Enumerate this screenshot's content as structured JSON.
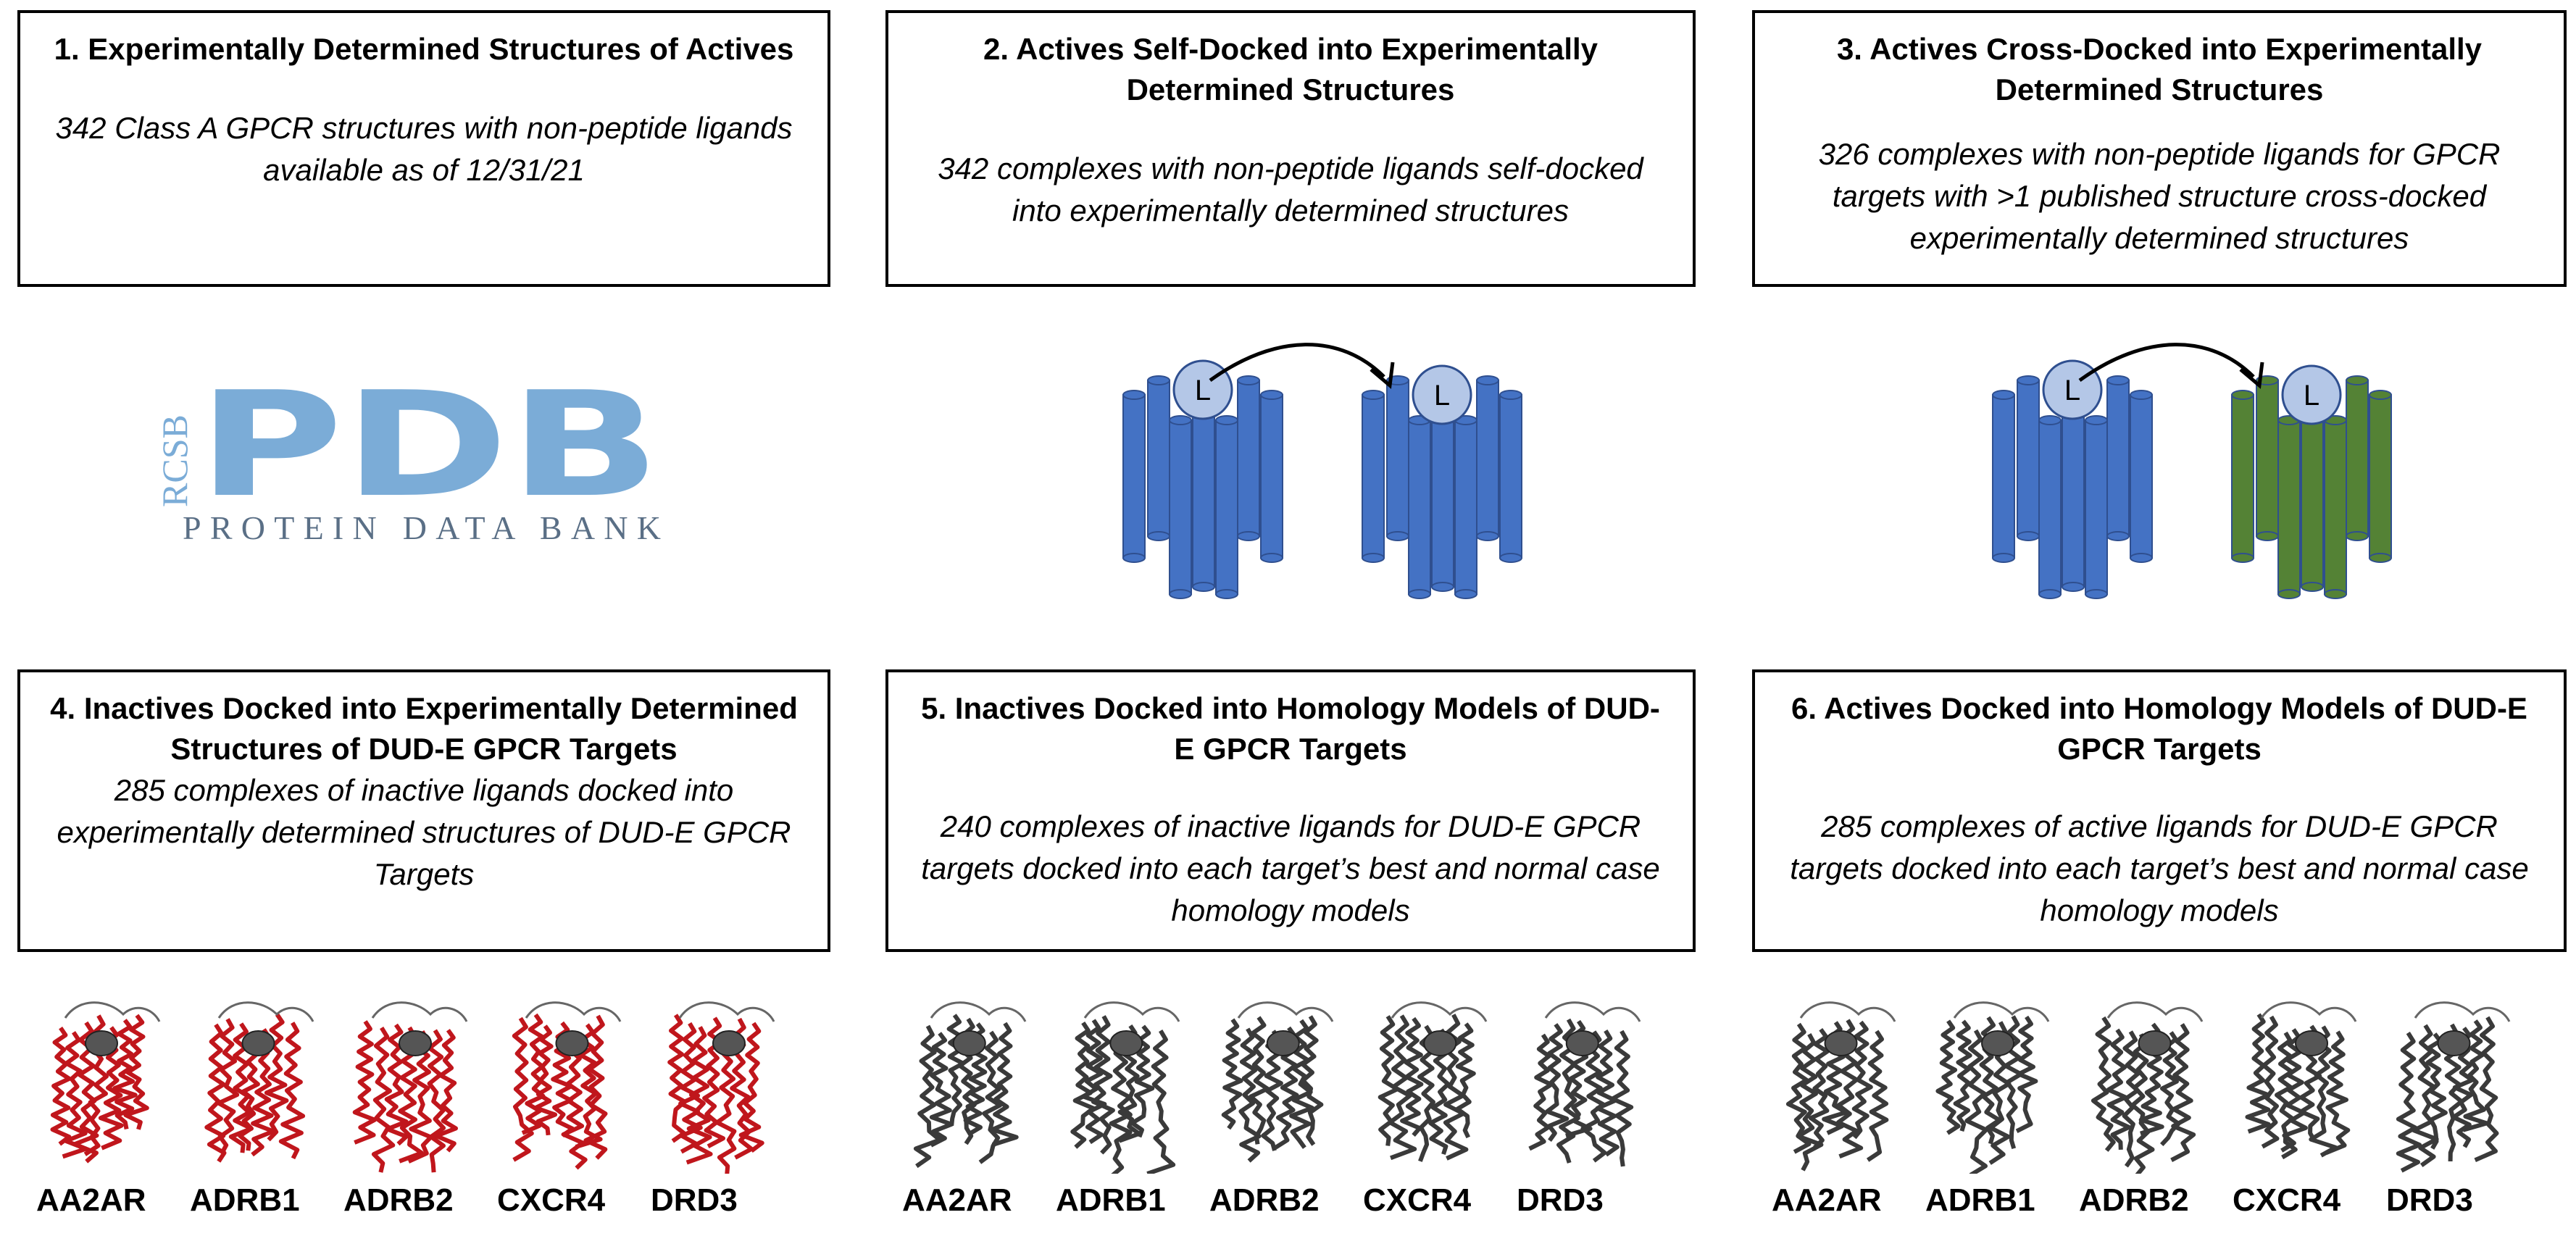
{
  "panels": [
    {
      "title": "1.  Experimentally Determined Structures of Actives",
      "description": "342 Class A GPCR structures with non-peptide ligands available as of 12/31/21"
    },
    {
      "title": "2. Actives Self-Docked into Experimentally Determined Structures",
      "description": "342 complexes with non-peptide ligands self-docked into experimentally determined structures"
    },
    {
      "title": "3. Actives Cross-Docked into Experimentally Determined Structures",
      "description": "326 complexes with non-peptide ligands for GPCR targets with >1 published structure cross-docked experimentally determined structures"
    },
    {
      "title": "4. Inactives Docked into Experimentally Determined Structures of DUD-E GPCR Targets",
      "description": "285 complexes of inactive ligands docked into experimentally determined structures of DUD-E GPCR Targets"
    },
    {
      "title": "5. Inactives Docked into Homology Models of DUD-E GPCR Targets",
      "description": "240 complexes of inactive ligands for DUD-E GPCR targets docked into each target’s best and normal case homology models"
    },
    {
      "title": "6. Actives Docked into Homology Models of DUD-E GPCR Targets",
      "description": "285 complexes of active ligands for DUD-E GPCR targets docked into each target’s best and normal case homology models"
    }
  ],
  "pdb_logo": {
    "rcsb": "RCSB",
    "pdb": "PDB",
    "subtitle": "PROTEIN DATA BANK",
    "color": "#7bacd7"
  },
  "ligand_label": "L",
  "targets": [
    "AA2AR",
    "ADRB1",
    "ADRB2",
    "CXCR4",
    "DRD3"
  ],
  "colors": {
    "receptor_blue": "#4472c4",
    "receptor_green": "#548235",
    "ligand_fill": "#b4c7e7",
    "structure_red": "#c0161c",
    "structure_gray": "#3a3a3a"
  }
}
